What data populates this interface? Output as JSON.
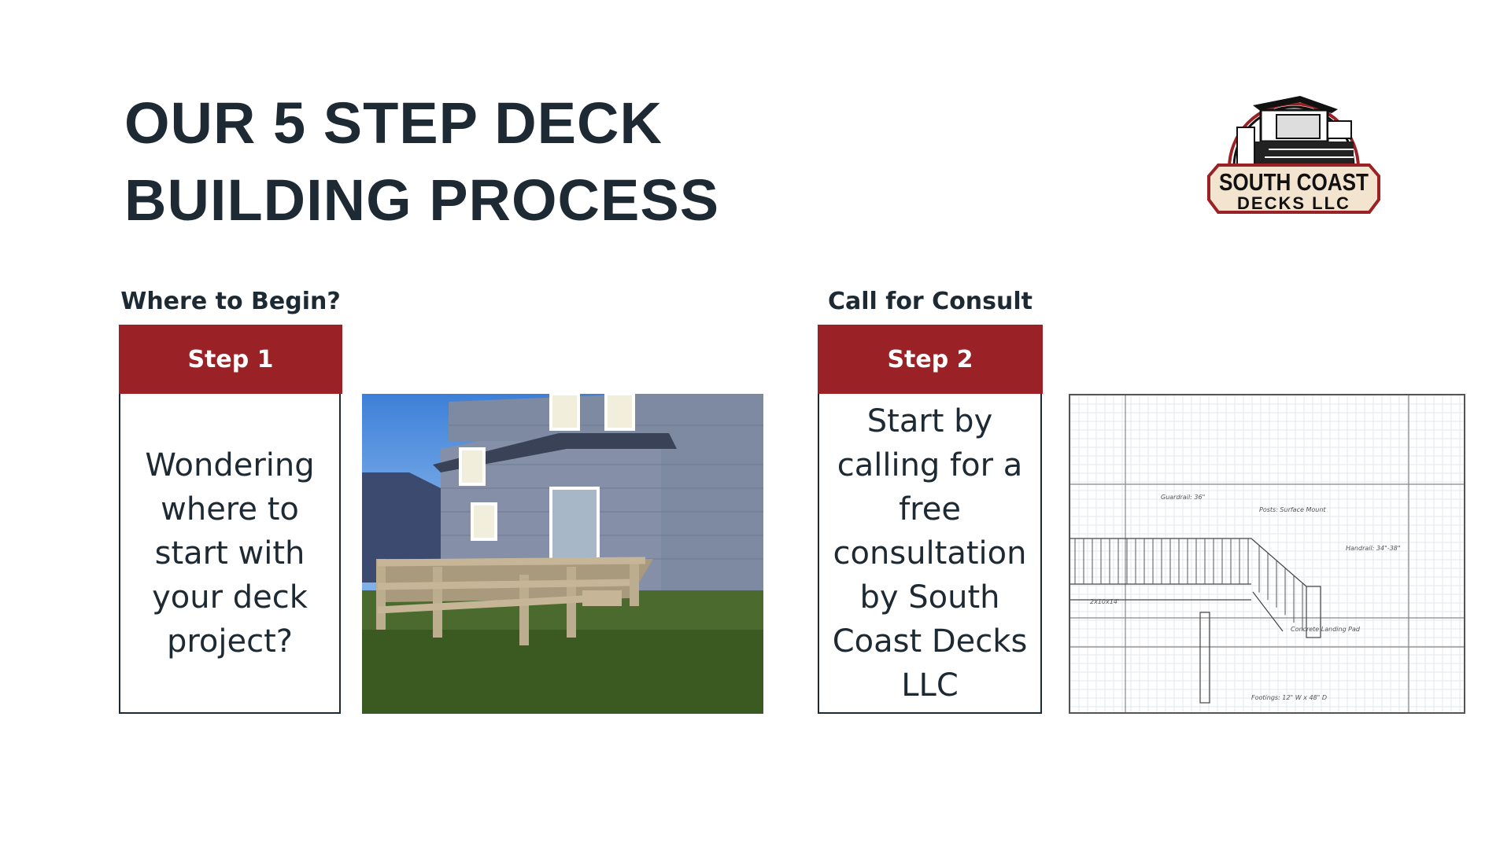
{
  "title": {
    "line1": "OUR 5 STEP DECK",
    "line2": "BUILDING PROCESS"
  },
  "logo": {
    "text_line1": "SOUTH COAST",
    "text_line2": "DECKS LLC"
  },
  "steps": [
    {
      "label": "Where to Begin?",
      "header": "Step 1",
      "body": "Wondering where to start with your deck project?"
    },
    {
      "label": "Call for Consult",
      "header": "Step 2",
      "body": "Start by calling for a free consultation by South Coast Decks LLC"
    }
  ],
  "colors": {
    "accent": "#9a2226",
    "text": "#1e2a33"
  }
}
